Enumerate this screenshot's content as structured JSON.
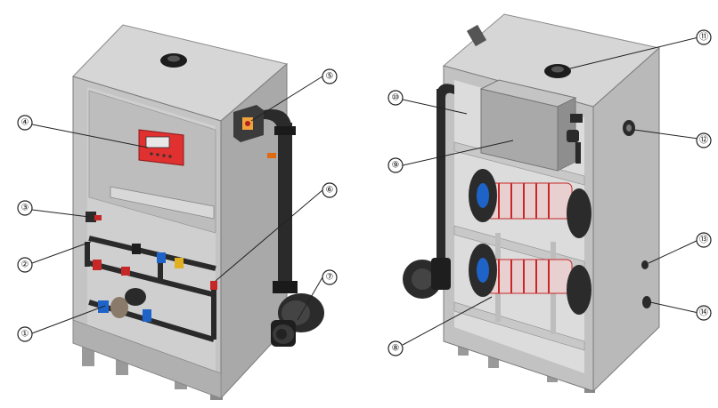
{
  "diagram": {
    "callouts": [
      {
        "id": "c1",
        "label": "①"
      },
      {
        "id": "c2",
        "label": "②"
      },
      {
        "id": "c3",
        "label": "③"
      },
      {
        "id": "c4",
        "label": "④"
      },
      {
        "id": "c5",
        "label": "⑤"
      },
      {
        "id": "c6",
        "label": "⑥"
      },
      {
        "id": "c7",
        "label": "⑦"
      },
      {
        "id": "c8",
        "label": "⑧"
      },
      {
        "id": "c9",
        "label": "⑨"
      },
      {
        "id": "c10",
        "label": "⑩"
      },
      {
        "id": "c11",
        "label": "⑪"
      },
      {
        "id": "c12",
        "label": "⑫"
      },
      {
        "id": "c13",
        "label": "⑬"
      },
      {
        "id": "c14",
        "label": "⑭"
      }
    ]
  },
  "colors": {
    "cabinet_light": "#c9c9c9",
    "cabinet_mid": "#b3b3b3",
    "cabinet_dark": "#8e8e8e",
    "interior": "#d9d9d9",
    "pipe": "#2b2b2b",
    "controller": "#e03030",
    "accent_red": "#c62828",
    "accent_blue": "#1e63c8",
    "accent_yellow": "#e0b020",
    "accent_orange": "#e06a10"
  }
}
